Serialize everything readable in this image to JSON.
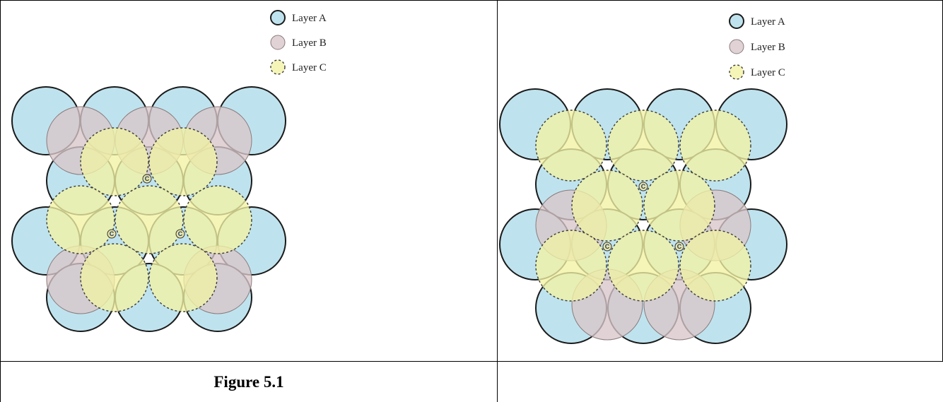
{
  "panels": [
    {
      "name": "left-packing-diagram",
      "legend": [
        {
          "label": "Layer A",
          "type": "a"
        },
        {
          "label": "Layer B",
          "type": "b"
        },
        {
          "label": "Layer C",
          "type": "c"
        }
      ],
      "center_label": "C"
    },
    {
      "name": "right-packing-diagram",
      "legend": [
        {
          "label": "Layer A",
          "type": "a"
        },
        {
          "label": "Layer B",
          "type": "b"
        },
        {
          "label": "Layer C",
          "type": "c"
        }
      ],
      "center_label": "C"
    }
  ],
  "caption": "Figure 5.1",
  "colors": {
    "layer_a": "#bfe3ee",
    "layer_b": "#d8c6c9",
    "layer_c": "#f2f2a4",
    "outline": "#1a1a1a"
  }
}
